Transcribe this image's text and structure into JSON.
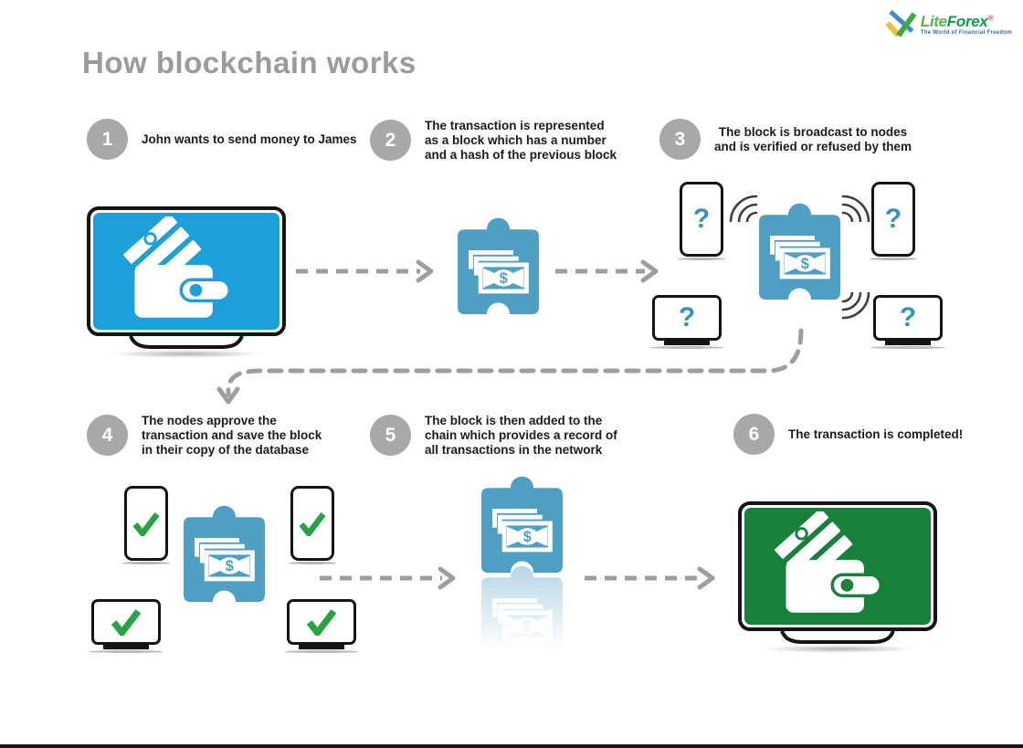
{
  "logo": {
    "brand_lite": "Lite",
    "brand_forex": "Forex",
    "registered": "®",
    "tagline": "The World of Financial Freedom"
  },
  "title": "How blockchain works",
  "steps": [
    {
      "number": "1",
      "text": "John wants to send money to James"
    },
    {
      "number": "2",
      "text": "The transaction is represented\nas a block which has a number\nand a hash of the previous block"
    },
    {
      "number": "3",
      "text": "The block is broadcast to nodes\nand is verified or refused by them"
    },
    {
      "number": "4",
      "text": "The nodes approve the\ntransaction and save the block\nin their copy of the database"
    },
    {
      "number": "5",
      "text": "The block is then added to the\nchain which provides a record of\nall transactions in the network"
    },
    {
      "number": "6",
      "text": "The transaction is completed!"
    }
  ],
  "symbols": {
    "question": "?",
    "dollar": "$"
  },
  "colors": {
    "screen_blue": "#1D9FD9",
    "screen_green": "#17813B",
    "block_blue": "#4F9FC4",
    "check_green": "#27A345",
    "question_blue": "#3492BB",
    "arrow_gray": "#9E9E9E",
    "badge_gray": "#A8A8A8",
    "title_gray": "#9B9B9B"
  },
  "icons": {
    "wallet-icon": "white wallet with banknotes on tv screen",
    "banknote-icon": "white stacked dollar bills inside block",
    "block-icon": "blue puzzle-piece blockchain block",
    "phone-icon": "smartphone node",
    "monitor-icon": "desktop monitor node",
    "check-icon": "green approval checkmark",
    "question-icon": "blue question mark",
    "signal-waves-icon": "broadcast signal arcs",
    "dashed-arrow-icon": "gray dashed flow arrow",
    "logo-check-icon": "liteforex chart check mark"
  }
}
